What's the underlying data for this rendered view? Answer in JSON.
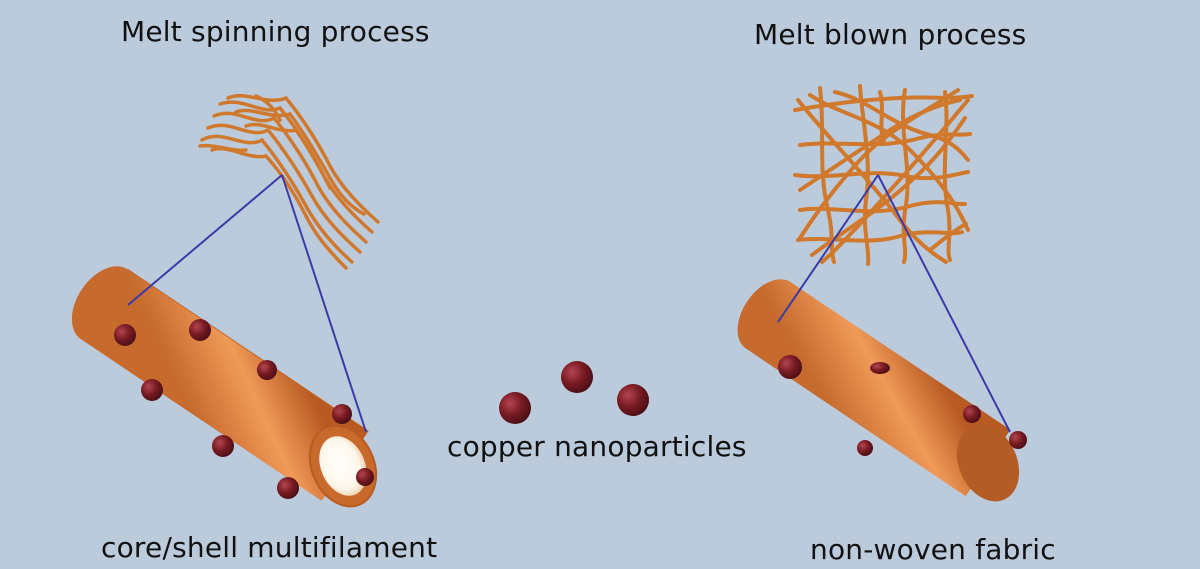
{
  "labels": {
    "melt_spinning": "Melt spinning process",
    "melt_blown": "Melt blown process",
    "copper": "copper nanoparticles",
    "core_shell": "core/shell multifilament",
    "non_woven": "non-woven fabric"
  },
  "colors": {
    "background": "#bccbdc",
    "fiber": "#d0782c",
    "cylinder": "#e07c3a",
    "particle": "#7a1c24",
    "connector": "#3a3aa8",
    "core": "#ffffff"
  },
  "icons": {
    "fiber_bundle": "parallel-fibers-icon",
    "fiber_web": "random-web-icon",
    "particle": "nanoparticle-sphere-icon"
  }
}
